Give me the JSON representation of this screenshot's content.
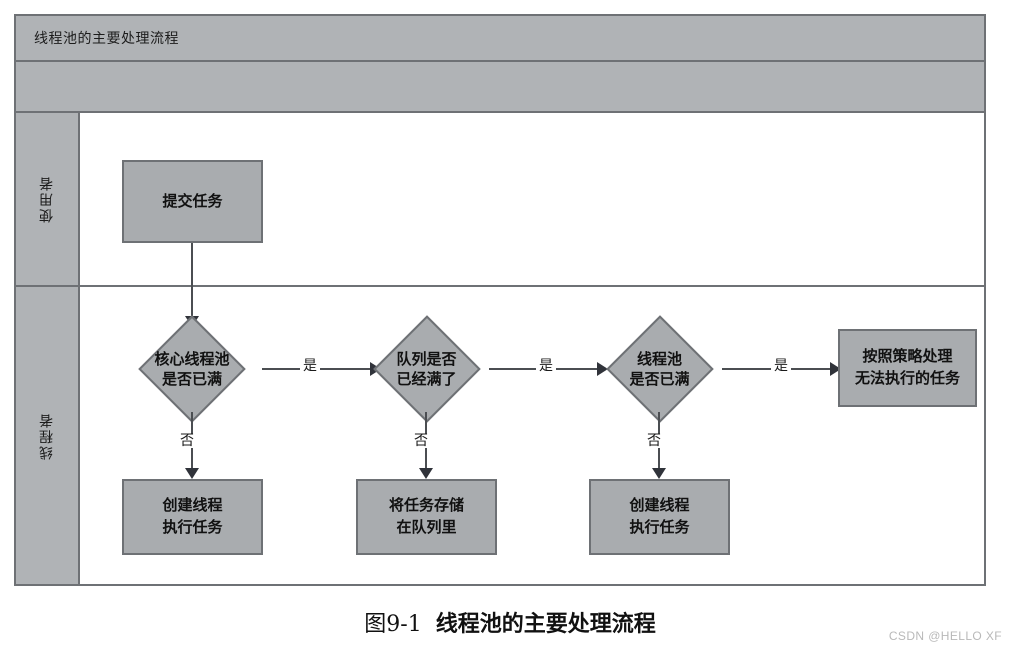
{
  "figure": {
    "title": "线程池的主要处理流程",
    "caption_number": "图9-1",
    "caption_text": "线程池的主要处理流程",
    "watermark": "CSDN @HELLO XF"
  },
  "colors": {
    "shape_fill": "#a9acaf",
    "band_fill": "#b0b3b6",
    "stroke": "#6e7175",
    "connector": "#4b4e52",
    "arrow": "#30333a",
    "canvas": "#ffffff"
  },
  "lanes": [
    {
      "id": "user",
      "label": "使用者"
    },
    {
      "id": "thread",
      "label": "线程者"
    }
  ],
  "nodes": {
    "submit_task": {
      "type": "process",
      "lane": "user",
      "label_line1": "提交任务"
    },
    "decision_core_pool": {
      "type": "decision",
      "lane": "thread",
      "label_line1": "核心线程池",
      "label_line2": "是否已满"
    },
    "decision_queue_full": {
      "type": "decision",
      "lane": "thread",
      "label_line1": "队列是否",
      "label_line2": "已经满了"
    },
    "decision_pool_full": {
      "type": "decision",
      "lane": "thread",
      "label_line1": "线程池",
      "label_line2": "是否已满"
    },
    "reject_policy": {
      "type": "process",
      "lane": "thread",
      "label_line1": "按照策略处理",
      "label_line2": "无法执行的任务"
    },
    "create_thread_1": {
      "type": "process",
      "lane": "thread",
      "label_line1": "创建线程",
      "label_line2": "执行任务"
    },
    "store_in_queue": {
      "type": "process",
      "lane": "thread",
      "label_line1": "将任务存储",
      "label_line2": "在队列里"
    },
    "create_thread_2": {
      "type": "process",
      "lane": "thread",
      "label_line1": "创建线程",
      "label_line2": "执行任务"
    }
  },
  "edges": {
    "yes_label": "是",
    "no_label": "否",
    "list": [
      {
        "from": "submit_task",
        "to": "decision_core_pool",
        "label": ""
      },
      {
        "from": "decision_core_pool",
        "to": "decision_queue_full",
        "label": "是"
      },
      {
        "from": "decision_core_pool",
        "to": "create_thread_1",
        "label": "否"
      },
      {
        "from": "decision_queue_full",
        "to": "decision_pool_full",
        "label": "是"
      },
      {
        "from": "decision_queue_full",
        "to": "store_in_queue",
        "label": "否"
      },
      {
        "from": "decision_pool_full",
        "to": "reject_policy",
        "label": "是"
      },
      {
        "from": "decision_pool_full",
        "to": "create_thread_2",
        "label": "否"
      }
    ]
  }
}
